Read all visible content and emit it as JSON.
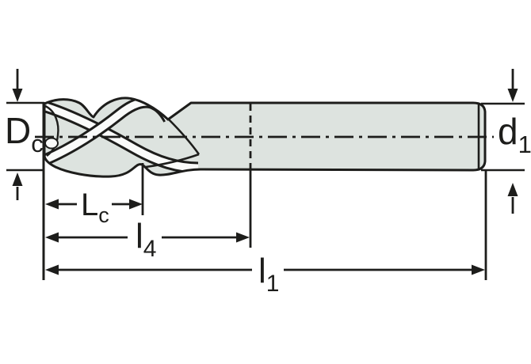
{
  "diagram": {
    "background_color": "#ffffff",
    "line_color": "#1d1d1b",
    "body_fill_color": "#dde3df",
    "flute_band_color": "#fafbfa"
  },
  "labels": {
    "cutting_diameter": {
      "main": "D",
      "sub": "c"
    },
    "shank_diameter": {
      "main": "d",
      "sub": "1"
    },
    "cutting_length": {
      "main": "L",
      "sub": "c"
    },
    "length_l4": {
      "main": "l",
      "sub": "4"
    },
    "overall_length": {
      "main": "l",
      "sub": "1"
    }
  }
}
